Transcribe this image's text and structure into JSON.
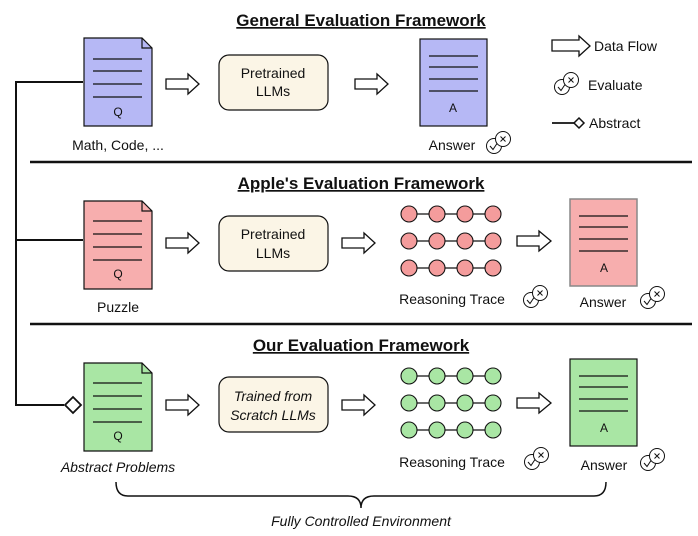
{
  "sections": [
    {
      "title": "General Evaluation Framework",
      "input_caption": "Math, Code, ...",
      "model_label": [
        "Pretrained",
        "LLMs"
      ],
      "model_italic": false,
      "trace_label": "",
      "answer_label": "Answer",
      "doc_color": "#b6b8f5",
      "answer_color": "#b6b8f5",
      "trace_color": ""
    },
    {
      "title": "Apple's Evaluation Framework",
      "input_caption": "Puzzle",
      "model_label": [
        "Pretrained",
        "LLMs"
      ],
      "model_italic": false,
      "trace_label": "Reasoning Trace",
      "answer_label": "Answer",
      "doc_color": "#f7aeae",
      "answer_color": "#f7aeae",
      "trace_color": "#f49c9c"
    },
    {
      "title": "Our Evaluation Framework",
      "input_caption": "Abstract Problems",
      "model_label": [
        "Trained from",
        "Scratch LLMs"
      ],
      "model_italic": true,
      "trace_label": "Reasoning Trace",
      "answer_label": "Answer",
      "doc_color": "#a9e6a4",
      "answer_color": "#a9e6a4",
      "trace_color": "#a9e6a4"
    }
  ],
  "doc_letters": {
    "question": "Q",
    "answer": "A"
  },
  "legend": {
    "data_flow": "Data Flow",
    "evaluate": "Evaluate",
    "abstract": "Abstract"
  },
  "footer": "Fully Controlled Environment",
  "colors": {
    "model_box_fill": "#fbf5e6",
    "line": "#111111"
  }
}
